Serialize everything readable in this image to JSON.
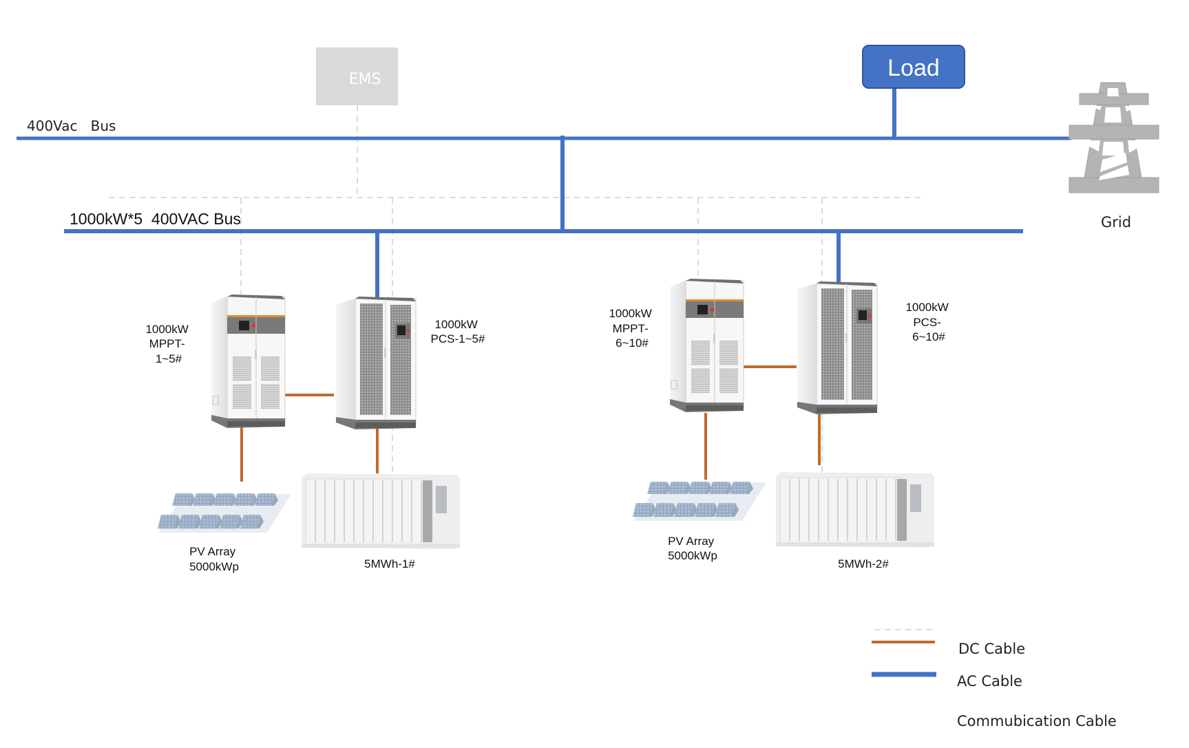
{
  "colors": {
    "ac_cable": "#4472c4",
    "dc_cable": "#c0692a",
    "comm_cable": "#c9dcbf",
    "ems_box": "#d9d9d9",
    "load_box": "#4472c4",
    "grid_tower": "#b4b4b4",
    "cabinet_accent": "#e8892b"
  },
  "buses": {
    "main": "400Vac   Bus",
    "sub": "1000kW*5  400VAC Bus"
  },
  "ems": {
    "label": "EMS"
  },
  "load": {
    "label": "Load"
  },
  "grid": {
    "label": "Grid",
    "icon": "power-tower-icon"
  },
  "group1": {
    "mppt": {
      "lines": [
        "1000kW",
        "MPPT-",
        "1~5#"
      ]
    },
    "pcs": {
      "lines": [
        "1000kW",
        "PCS-1~5#"
      ]
    },
    "pv": {
      "lines": [
        "PV Array",
        "5000kWp"
      ]
    },
    "battery": {
      "label": "5MWh-1#"
    }
  },
  "group2": {
    "mppt": {
      "lines": [
        "1000kW",
        "MPPT-",
        "6~10#"
      ]
    },
    "pcs": {
      "lines": [
        "1000kW",
        "PCS-",
        "6~10#"
      ]
    },
    "pv": {
      "lines": [
        "PV Array",
        "5000kWp"
      ]
    },
    "battery": {
      "label": "5MWh-2#"
    }
  },
  "legend": {
    "items": [
      {
        "type": "comm",
        "label": ""
      },
      {
        "type": "dc",
        "label": "DC Cable"
      },
      {
        "type": "ac",
        "label": "AC Cable"
      },
      {
        "type": "none",
        "label": "Commubication Cable"
      }
    ]
  }
}
